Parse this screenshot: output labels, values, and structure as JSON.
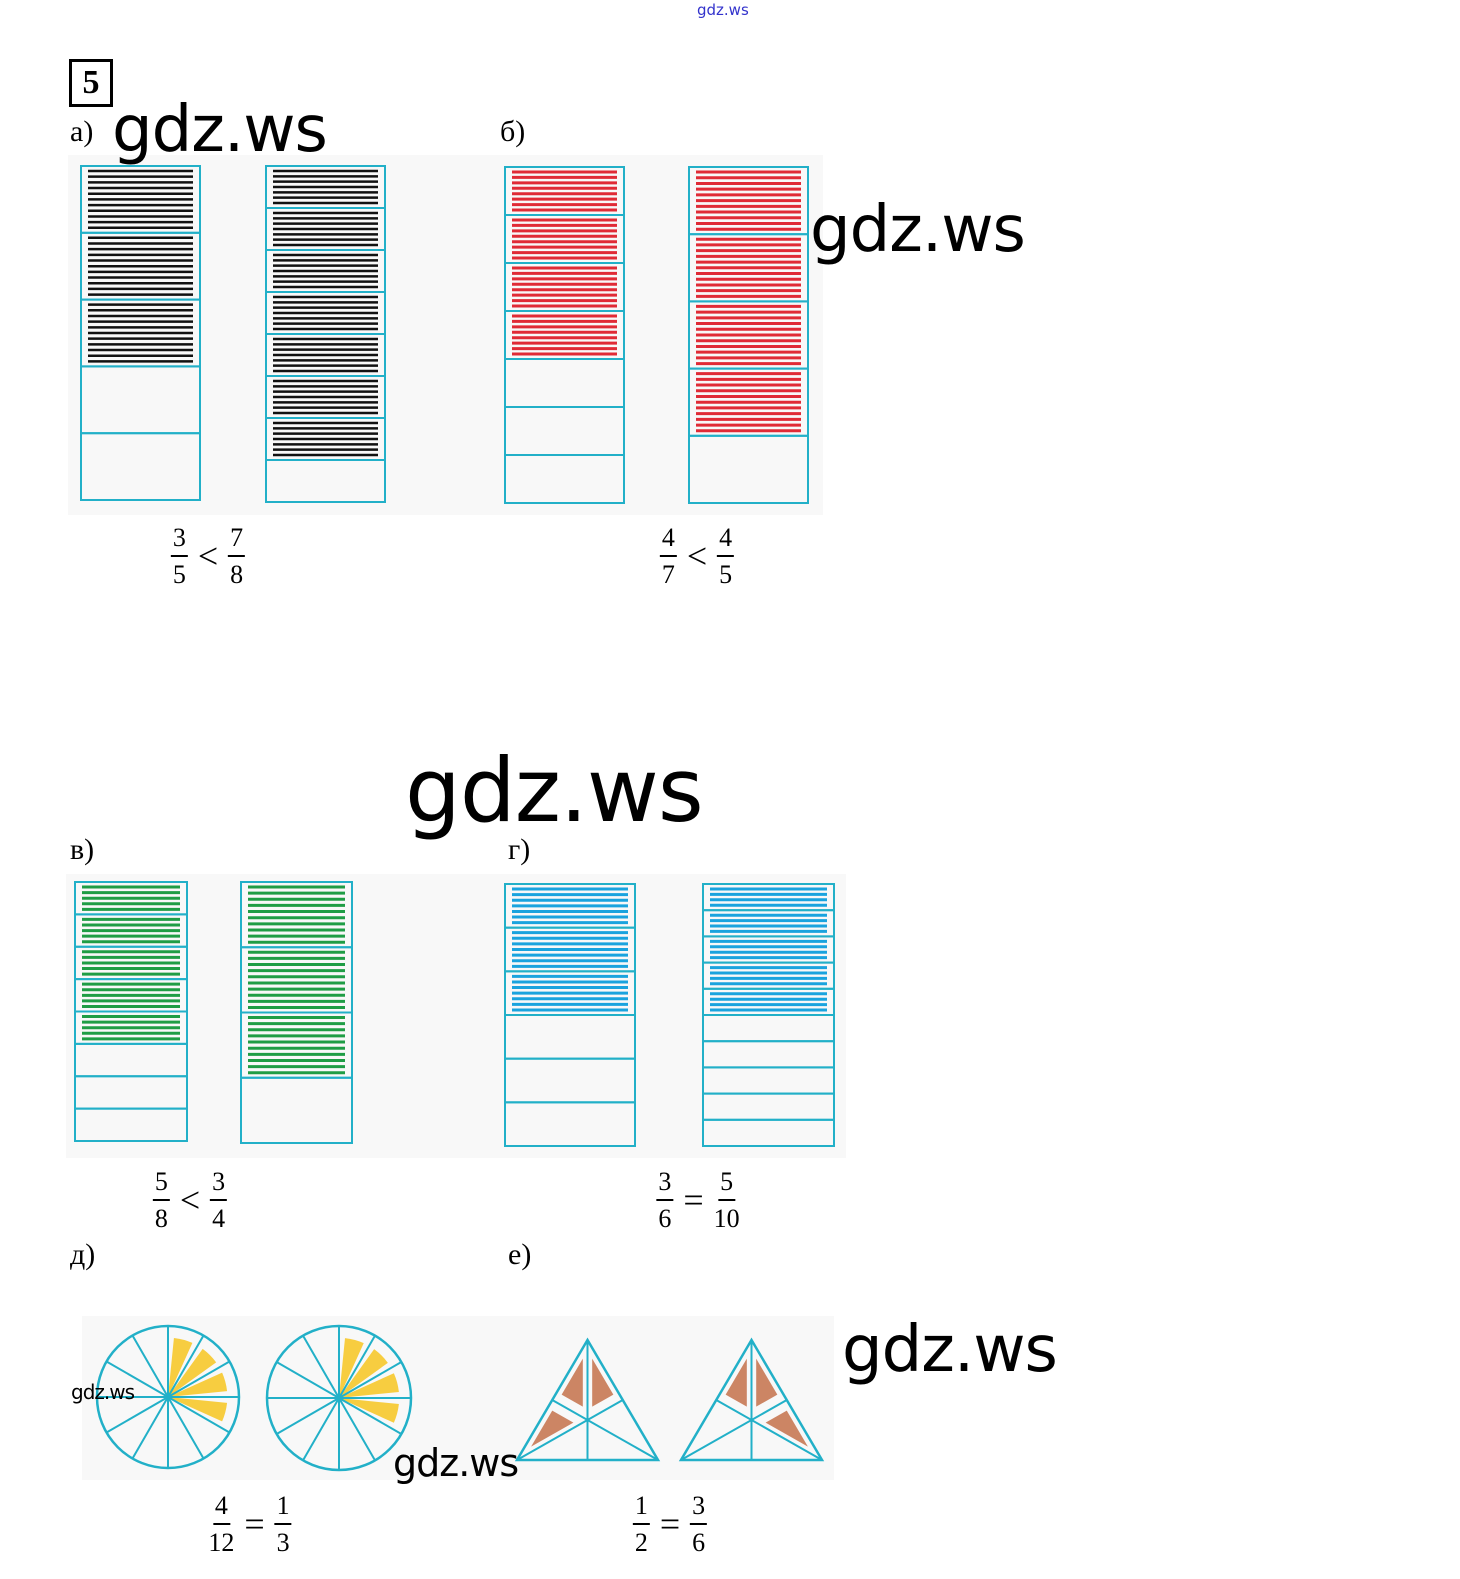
{
  "exercise_number": "5",
  "watermarks": [
    "gdz.ws",
    "gdz.ws",
    "gdz.ws",
    "gdz.ws",
    "gdz.ws",
    "gdz.ws",
    "gdz.ws"
  ],
  "colors": {
    "outline": "#22b0c8",
    "black": "#111111",
    "red": "#e02b36",
    "green": "#1f9d45",
    "blue": "#1aa3de",
    "yellow": "#f7c520",
    "brown": "#c0683f"
  },
  "problems": [
    {
      "label": "а)",
      "shape": "bar",
      "color": "black",
      "figures": [
        {
          "parts": 5,
          "filled": 3
        },
        {
          "parts": 8,
          "filled": 7
        }
      ],
      "left": {
        "n": "3",
        "d": "5"
      },
      "op": "<",
      "right": {
        "n": "7",
        "d": "8"
      }
    },
    {
      "label": "б)",
      "shape": "bar",
      "color": "red",
      "figures": [
        {
          "parts": 7,
          "filled": 4
        },
        {
          "parts": 5,
          "filled": 4
        }
      ],
      "left": {
        "n": "4",
        "d": "7"
      },
      "op": "<",
      "right": {
        "n": "4",
        "d": "5"
      }
    },
    {
      "label": "в)",
      "shape": "bar",
      "color": "green",
      "figures": [
        {
          "parts": 8,
          "filled": 5
        },
        {
          "parts": 4,
          "filled": 3
        }
      ],
      "left": {
        "n": "5",
        "d": "8"
      },
      "op": "<",
      "right": {
        "n": "3",
        "d": "4"
      }
    },
    {
      "label": "г)",
      "shape": "bar",
      "color": "blue",
      "figures": [
        {
          "parts": 6,
          "filled": 3
        },
        {
          "parts": 10,
          "filled": 5
        }
      ],
      "left": {
        "n": "3",
        "d": "6"
      },
      "op": "=",
      "right": {
        "n": "5",
        "d": "10"
      }
    },
    {
      "label": "д)",
      "shape": "circle",
      "color": "yellow",
      "figures": [
        {
          "parts": 12,
          "filled": 4
        },
        {
          "parts": 12,
          "filled": 4
        }
      ],
      "left": {
        "n": "4",
        "d": "12"
      },
      "op": "=",
      "right": {
        "n": "1",
        "d": "3"
      }
    },
    {
      "label": "е)",
      "shape": "triangle",
      "color": "brown",
      "figures": [
        {
          "parts": 6,
          "filled": 3
        },
        {
          "parts": 6,
          "filled": 3
        }
      ],
      "left": {
        "n": "1",
        "d": "2"
      },
      "op": "=",
      "right": {
        "n": "3",
        "d": "6"
      }
    }
  ]
}
